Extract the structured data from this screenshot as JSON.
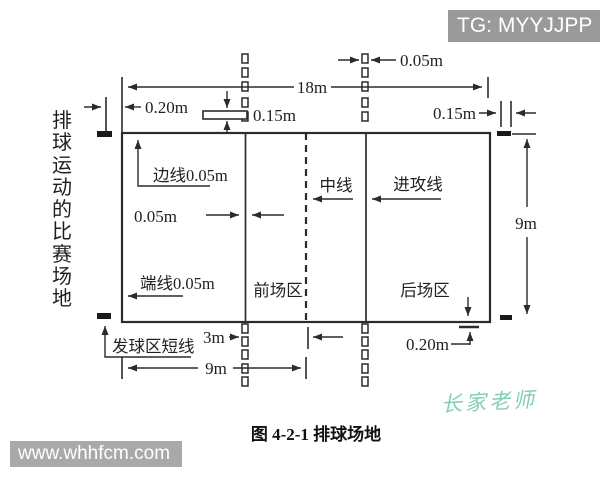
{
  "badges": {
    "tg": "TG: MYYJJPP",
    "site": "www.whhfcm.com",
    "watermark": "长家老师"
  },
  "left_title": "排球运动的比赛场地",
  "caption": "图 4-2-1  排球场地",
  "labels": {
    "dim_18m": "18m",
    "dim_9m_right": "9m",
    "dim_9m_bottom": "9m",
    "dim_3m": "3m",
    "dim_0_20m_left": "0.20m",
    "dim_0_20m_bottom": "0.20m",
    "dim_0_15m_mid": "0.15m",
    "dim_0_15m_right": "0.15m",
    "dim_0_05m_top": "0.05m",
    "dim_0_05m_mid": "0.05m",
    "side_line": "边线0.05m",
    "end_line": "端线0.05m",
    "center_line": "中线",
    "attack_line": "进攻线",
    "front_zone": "前场区",
    "back_zone": "后场区",
    "service_short_line": "发球区短线"
  },
  "colors": {
    "ink": "#2b2b2b",
    "badge_gray": "#9a9a9a",
    "watermark_teal": "#79c8ac"
  }
}
